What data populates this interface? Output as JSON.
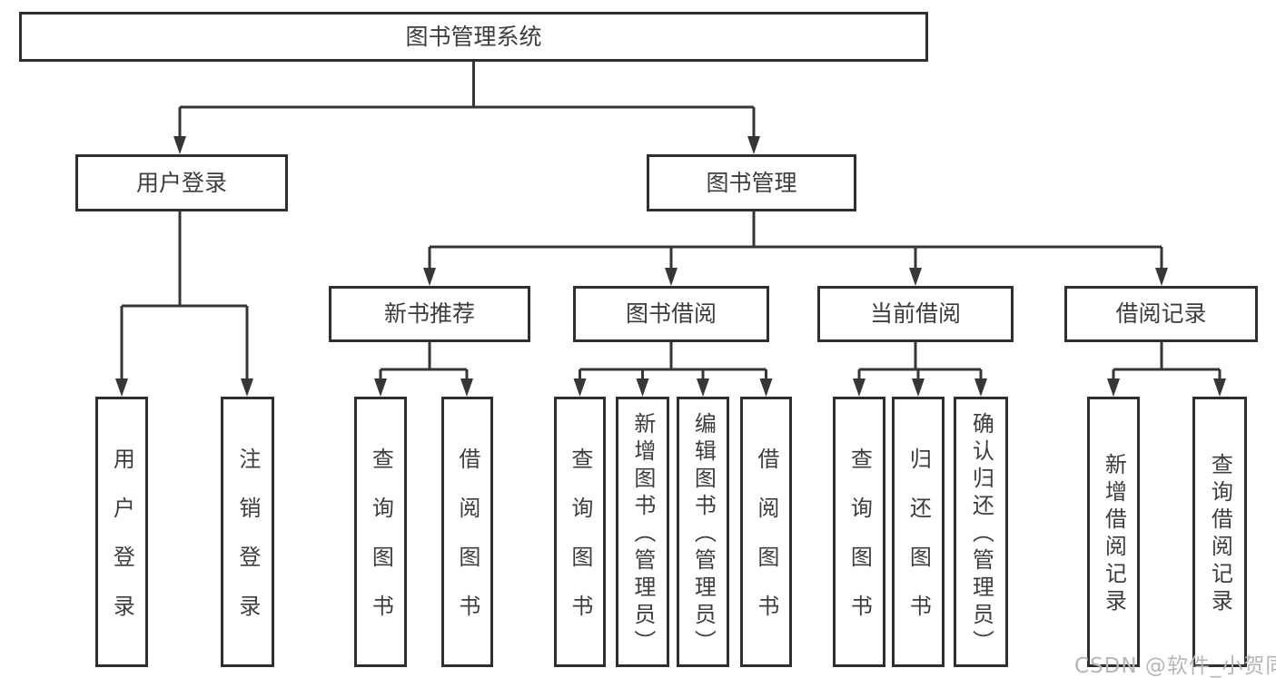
{
  "tree": {
    "label": "图书管理系统",
    "children": [
      {
        "label": "用户登录",
        "children": [
          {
            "label": "用户登录"
          },
          {
            "label": "注销登录"
          }
        ]
      },
      {
        "label": "图书管理",
        "children": [
          {
            "label": "新书推荐",
            "children": [
              {
                "label": "查询图书"
              },
              {
                "label": "借阅图书"
              }
            ]
          },
          {
            "label": "图书借阅",
            "children": [
              {
                "label": "查询图书"
              },
              {
                "label": "新增图书（管理员）"
              },
              {
                "label": "编辑图书（管理员）"
              },
              {
                "label": "借阅图书"
              }
            ]
          },
          {
            "label": "当前借阅",
            "children": [
              {
                "label": "查询图书"
              },
              {
                "label": "归还图书"
              },
              {
                "label": "确认归还（管理员）"
              }
            ]
          },
          {
            "label": "借阅记录",
            "children": [
              {
                "label": "新增借阅记录"
              },
              {
                "label": "查询借阅记录"
              }
            ]
          }
        ]
      }
    ]
  },
  "watermark": {
    "text": "CSDN @软件_小贺同学"
  },
  "colors": {
    "background": "#ffffff",
    "line": "#363636",
    "box_border": "#2f2f2f",
    "text": "#3d3d3d",
    "watermark": "#b6b6b6"
  }
}
